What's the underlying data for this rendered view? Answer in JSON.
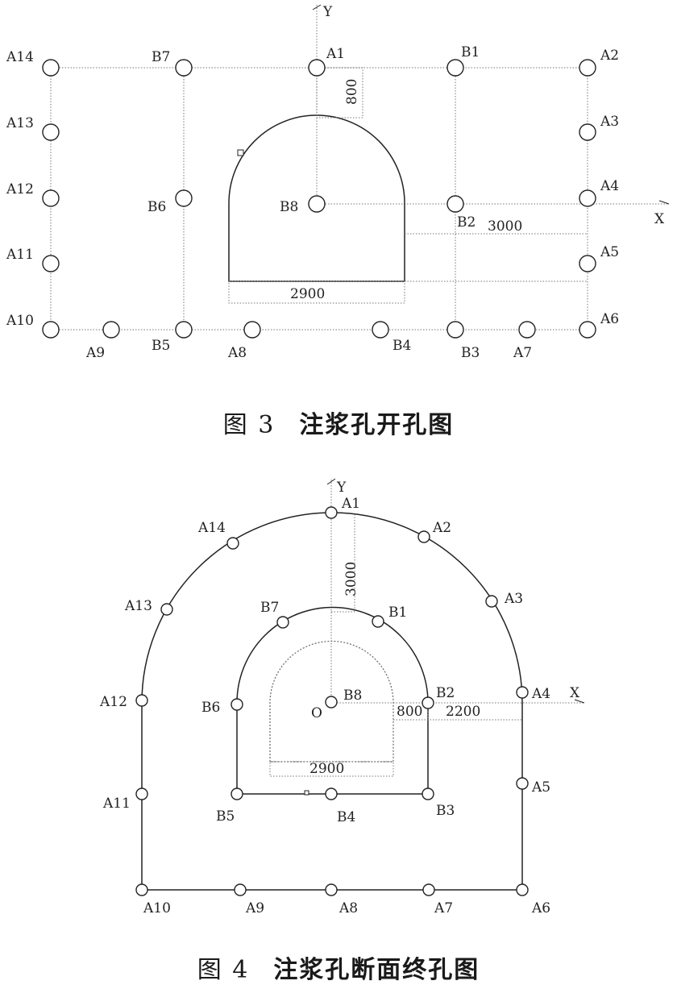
{
  "fig3": {
    "caption_num": "图 3",
    "caption_text": "注浆孔开孔图",
    "axis_x": "X",
    "axis_y": "Y",
    "holes": {
      "A1": "A1",
      "A2": "A2",
      "A3": "A3",
      "A4": "A4",
      "A5": "A5",
      "A6": "A6",
      "A7": "A7",
      "A8": "A8",
      "A9": "A9",
      "A10": "A10",
      "A11": "A11",
      "A12": "A12",
      "A13": "A13",
      "A14": "A14",
      "B1": "B1",
      "B2": "B2",
      "B3": "B3",
      "B4": "B4",
      "B5": "B5",
      "B6": "B6",
      "B7": "B7",
      "B8": "B8"
    },
    "dims": {
      "d800": "800",
      "d3000": "3000",
      "d2900": "2900"
    }
  },
  "fig4": {
    "caption_num": "图 4",
    "caption_text": "注浆孔断面终孔图",
    "axis_x": "X",
    "axis_y": "Y",
    "origin": "O",
    "holes": {
      "A1": "A1",
      "A2": "A2",
      "A3": "A3",
      "A4": "A4",
      "A5": "A5",
      "A6": "A6",
      "A7": "A7",
      "A8": "A8",
      "A9": "A9",
      "A10": "A10",
      "A11": "A11",
      "A12": "A12",
      "A13": "A13",
      "A14": "A14",
      "B1": "B1",
      "B2": "B2",
      "B3": "B3",
      "B4": "B4",
      "B5": "B5",
      "B6": "B6",
      "B7": "B7",
      "B8": "B8"
    },
    "dims": {
      "d3000": "3000",
      "d800": "800",
      "d2200": "2200",
      "d2900": "2900"
    }
  }
}
